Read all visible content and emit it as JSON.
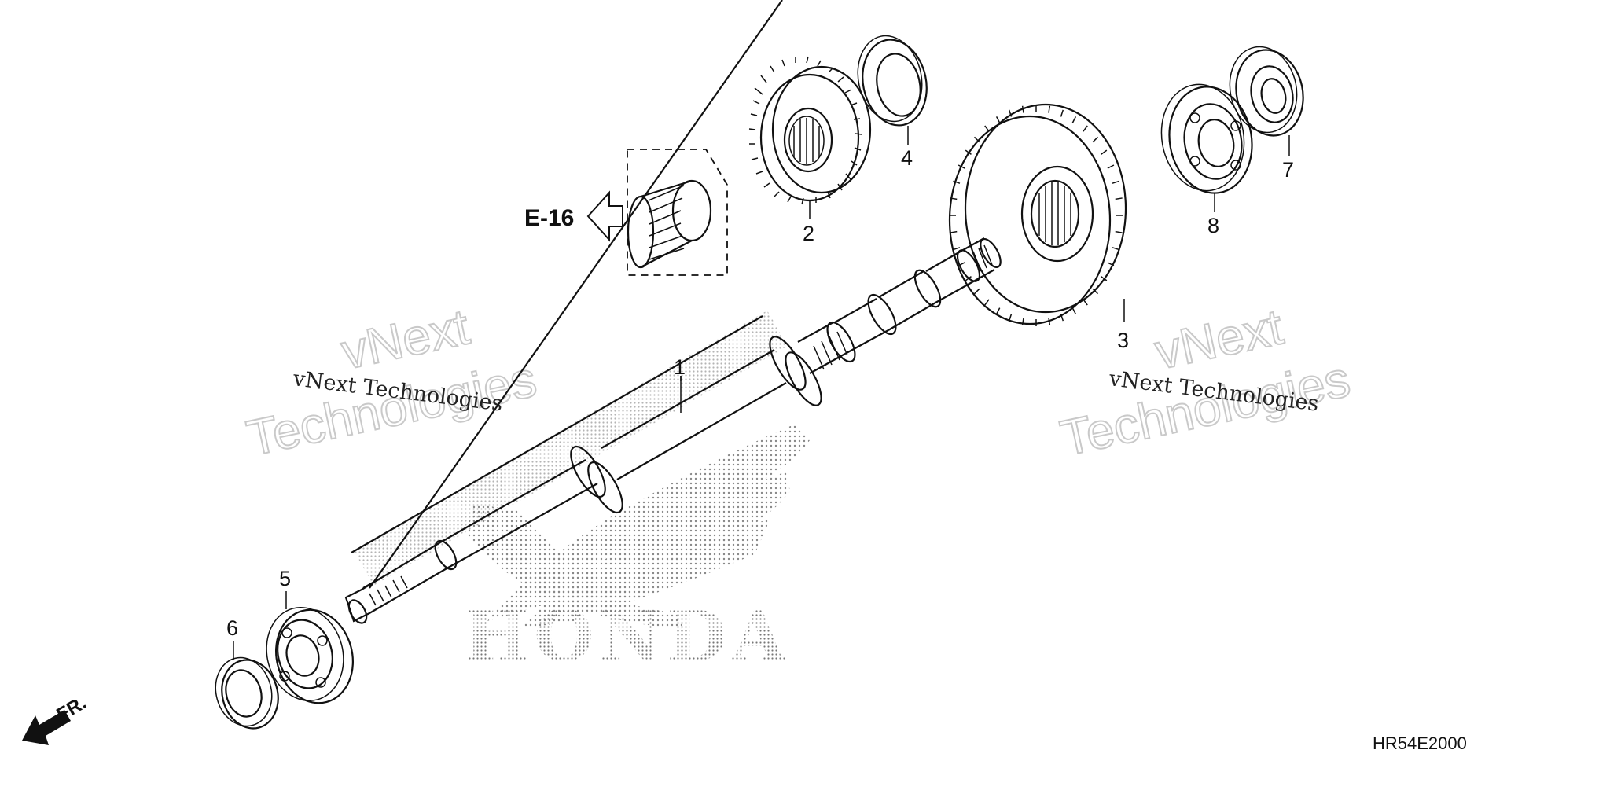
{
  "diagram": {
    "code": "HR54E2000",
    "reference": {
      "label": "E-16",
      "icon": "hollow-left-arrow-icon"
    },
    "orientation": {
      "label": "FR.",
      "icon": "solid-arrow-down-left-icon"
    },
    "callouts": [
      {
        "id": "1",
        "label": "1"
      },
      {
        "id": "2",
        "label": "2"
      },
      {
        "id": "3",
        "label": "3"
      },
      {
        "id": "4",
        "label": "4"
      },
      {
        "id": "5",
        "label": "5"
      },
      {
        "id": "6",
        "label": "6"
      },
      {
        "id": "7",
        "label": "7"
      },
      {
        "id": "8",
        "label": "8"
      }
    ]
  },
  "watermarks": [
    {
      "small": "vNext Technologies",
      "big_line1": "vNext",
      "big_line2": "Technologies"
    },
    {
      "small": "vNext Technologies",
      "big_line1": "vNext",
      "big_line2": "Technologies"
    }
  ],
  "brand_watermark": {
    "text": "HONDA",
    "icon": "honda-wing-logo-icon"
  },
  "colors": {
    "line": "#111111",
    "watermark": "#c9c9c9",
    "background": "#ffffff"
  }
}
